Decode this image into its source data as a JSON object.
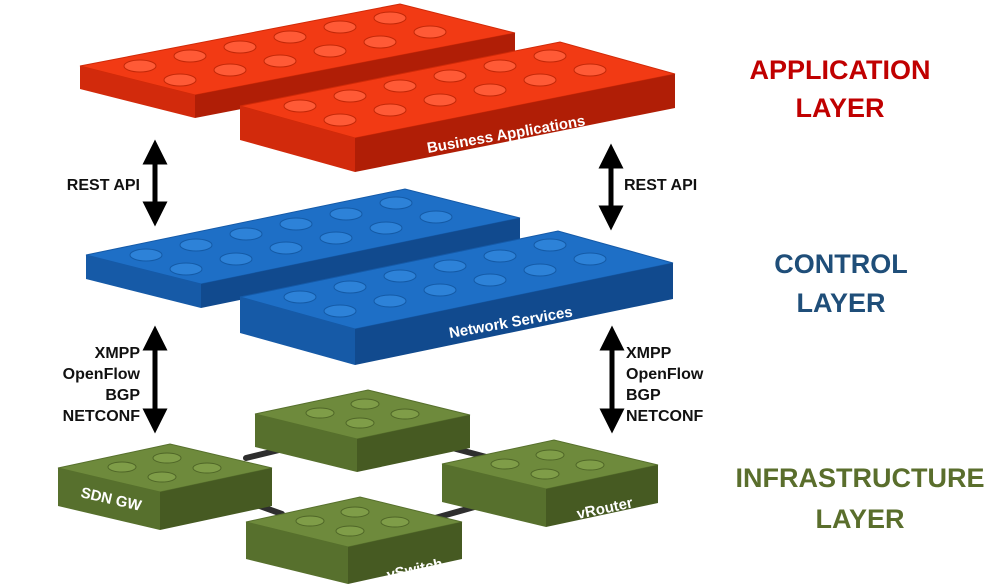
{
  "layers": {
    "application": {
      "title_line1": "APPLICATION",
      "title_line2": "LAYER",
      "plate_label": "Business Applications",
      "color": "#c00000"
    },
    "control": {
      "title_line1": "CONTROL",
      "title_line2": "LAYER",
      "plate_label": "Network Services",
      "color": "#1f4e79"
    },
    "infrastructure": {
      "title_line1": "INFRASTRUCTURE",
      "title_line2": "LAYER",
      "color": "#5a6e2c",
      "devices": {
        "sdn_gw": "SDN GW",
        "vswitch": "vSwitch",
        "vrouter": "vRouter"
      }
    }
  },
  "interfaces": {
    "northbound_left": "REST API",
    "northbound_right": "REST API",
    "southbound_left": [
      "XMPP",
      "OpenFlow",
      "BGP",
      "NETCONF"
    ],
    "southbound_right": [
      "XMPP",
      "OpenFlow",
      "BGP",
      "NETCONF"
    ]
  },
  "colors": {
    "red_top": "#f23a14",
    "red_side": "#b01e06",
    "red_front": "#d22a0c",
    "blue_top": "#1e6fc6",
    "blue_side": "#114a8e",
    "blue_front": "#165aa7",
    "green_top": "#6e8a3c",
    "green_side": "#465a22",
    "green_front": "#57702d",
    "arrow": "#000000"
  }
}
